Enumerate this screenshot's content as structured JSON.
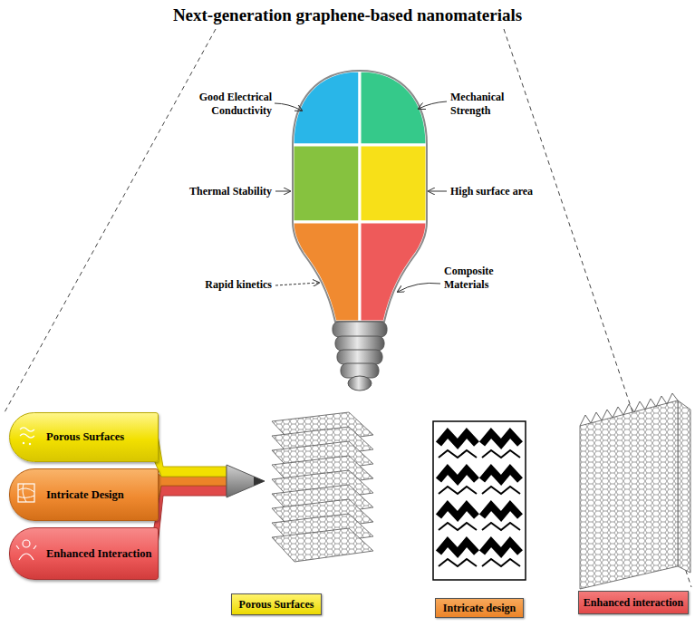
{
  "diagram": {
    "title": "Next-generation graphene-based nanomaterials",
    "nodes": [
      {
        "text": [
          "Porous Surfaces"
        ]
      },
      {
        "text": [
          "Intricate Design"
        ]
      },
      {
        "text": [
          "Enhanced Interaction"
        ]
      },
      {
        "text": [
          "Porous Surfaces"
        ]
      },
      {
        "text": [
          "Intricate design"
        ]
      },
      {
        "text": [
          "Enhanced interaction"
        ]
      }
    ],
    "labels": [
      "Good Electrical Conductivity",
      "Mechanical Strength",
      "Thermal Stability",
      "High surface area",
      "Rapid kinetics",
      "Composite Materials"
    ]
  }
}
